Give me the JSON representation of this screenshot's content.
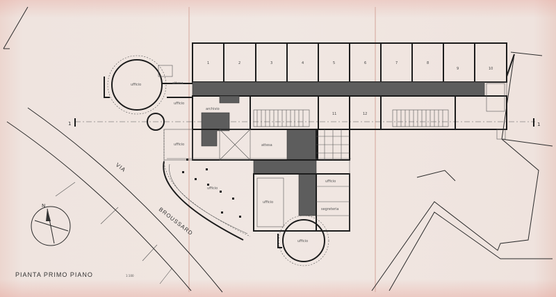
{
  "title": "PIANTA PRIMO PIANO",
  "scale": "1:100",
  "street": {
    "line1": "VIA",
    "line2": "BROUSSARD"
  },
  "section_marks": {
    "left": "1",
    "right": "1"
  },
  "compass_letter": "N",
  "rooms_top": [
    "1",
    "2",
    "3",
    "4",
    "5",
    "6",
    "7",
    "8",
    "9",
    "10"
  ],
  "rooms_mid": [
    "11",
    "12"
  ],
  "labels": {
    "ufficio": "ufficio",
    "attesa": "attesa",
    "archivio": "archivio",
    "segreteria": "segreteria",
    "sala": "sala"
  },
  "colors": {
    "paper": "#f0e7e2",
    "ink": "#2a2a2a",
    "corridor": "#5d5d5d",
    "fold_tint": "#d9b0a6"
  }
}
